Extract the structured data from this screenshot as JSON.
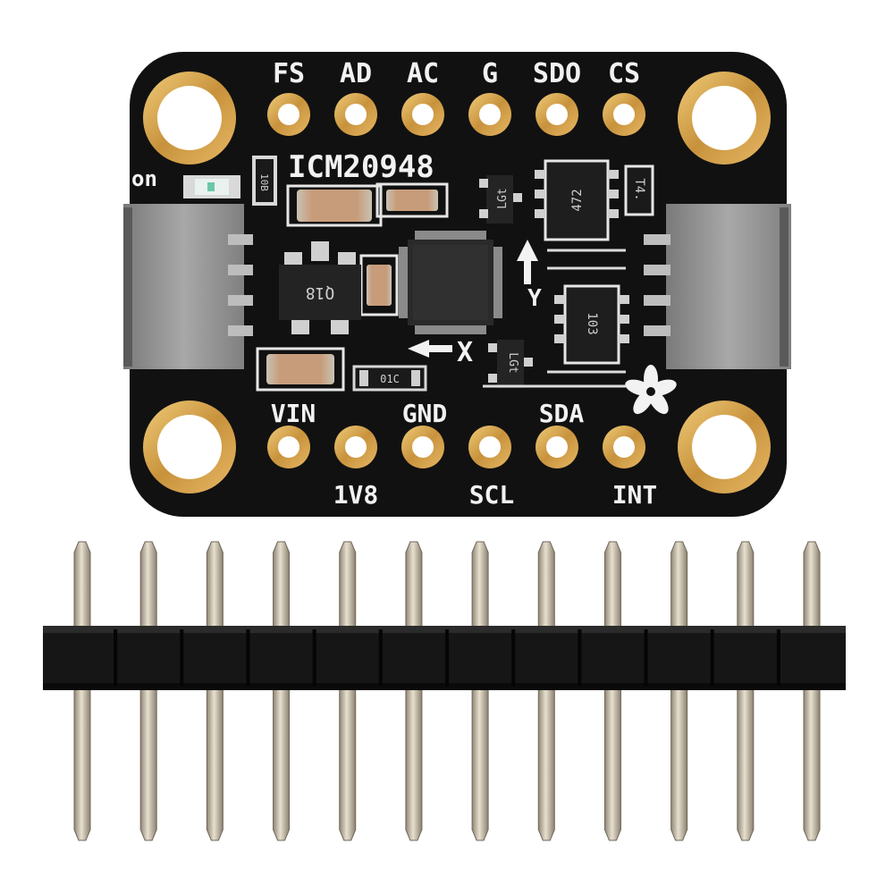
{
  "board": {
    "chip_name": "ICM20948",
    "power_led_label": "on",
    "top_pins": [
      "FS",
      "AD",
      "AC",
      "G",
      "SDO",
      "CS"
    ],
    "bottom_labels_upper": [
      "VIN",
      "GND",
      "SDA"
    ],
    "bottom_labels_lower": [
      "1V8",
      "SCL",
      "INT"
    ],
    "axis_labels": {
      "x": "X",
      "y": "Y"
    },
    "component_markings": {
      "regulator": "Q18",
      "resistor_top_left": "10B",
      "resistor_bottom": "01C",
      "mosfet_left": "LGt",
      "mosfet_right": "LGt",
      "array_top": "472",
      "array_bottom": "103",
      "small_top_right": "T4."
    },
    "colors": {
      "pcb": "#111111",
      "silkscreen": "#f2f2f2",
      "pad_gold": "#d4a24a",
      "connector": "#9a9a9a",
      "header_plastic": "#161616",
      "pin_metal": "#c4b8a2"
    }
  },
  "header": {
    "pin_count": 12
  }
}
